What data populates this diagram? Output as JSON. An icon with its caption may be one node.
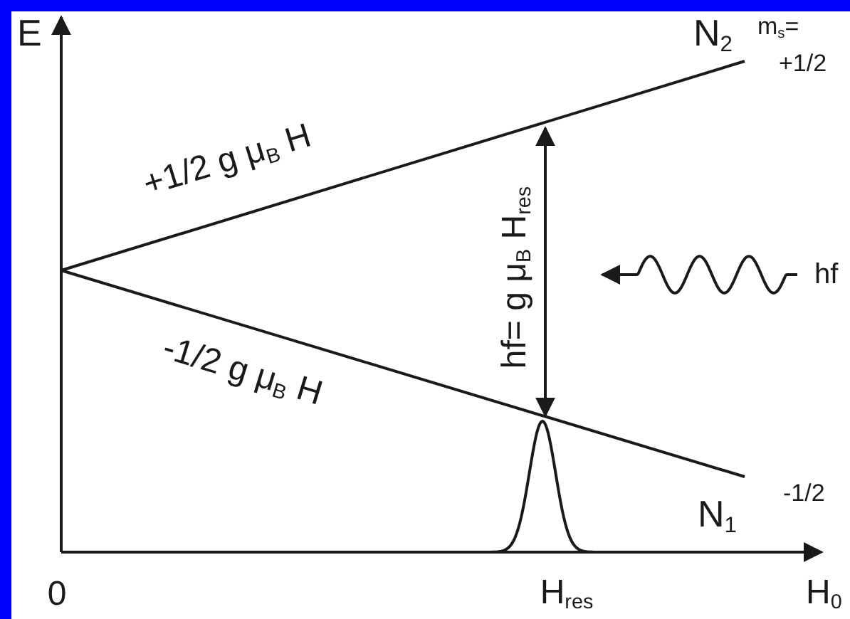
{
  "diagram": {
    "labels": [
      "E",
      "N$_{2}$",
      "m$_{s}$=",
      "+1/2",
      "+1/2 g μ$_{B}$ H",
      "hf= g μ$_{B}$ H$_{res}$",
      "hf",
      "-1/2 g μ$_{B}$ H",
      "-1/2",
      "N$_{1}$",
      "0",
      "H$_{res}$",
      "H$_{0}$"
    ]
  }
}
